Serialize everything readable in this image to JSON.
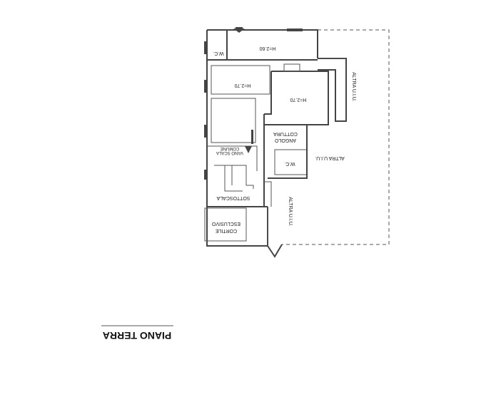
{
  "drawing": {
    "title": "PIANO TERRA",
    "rooms": {
      "wc_top": "W.C.",
      "room_top": "H=2.60",
      "room_left": "H=2.70",
      "room_right": "H=2.70",
      "angolo_line1": "ANGOLO",
      "angolo_line2": "COTTURA",
      "vano_line1": "VANO SCALA",
      "vano_line2": "COMUNE",
      "wc_mid": "W.C.",
      "sottoscala": "SOTTOSCALA",
      "cortile_line1": "CORTILE",
      "cortile_line2": "ESCLUSIVO",
      "altra_ui_1": "ALTRA U.I.U.",
      "altra_ui_2": "ALTRA U.I.U.",
      "altra_ui_3": "ALTRA U.I.U."
    }
  }
}
